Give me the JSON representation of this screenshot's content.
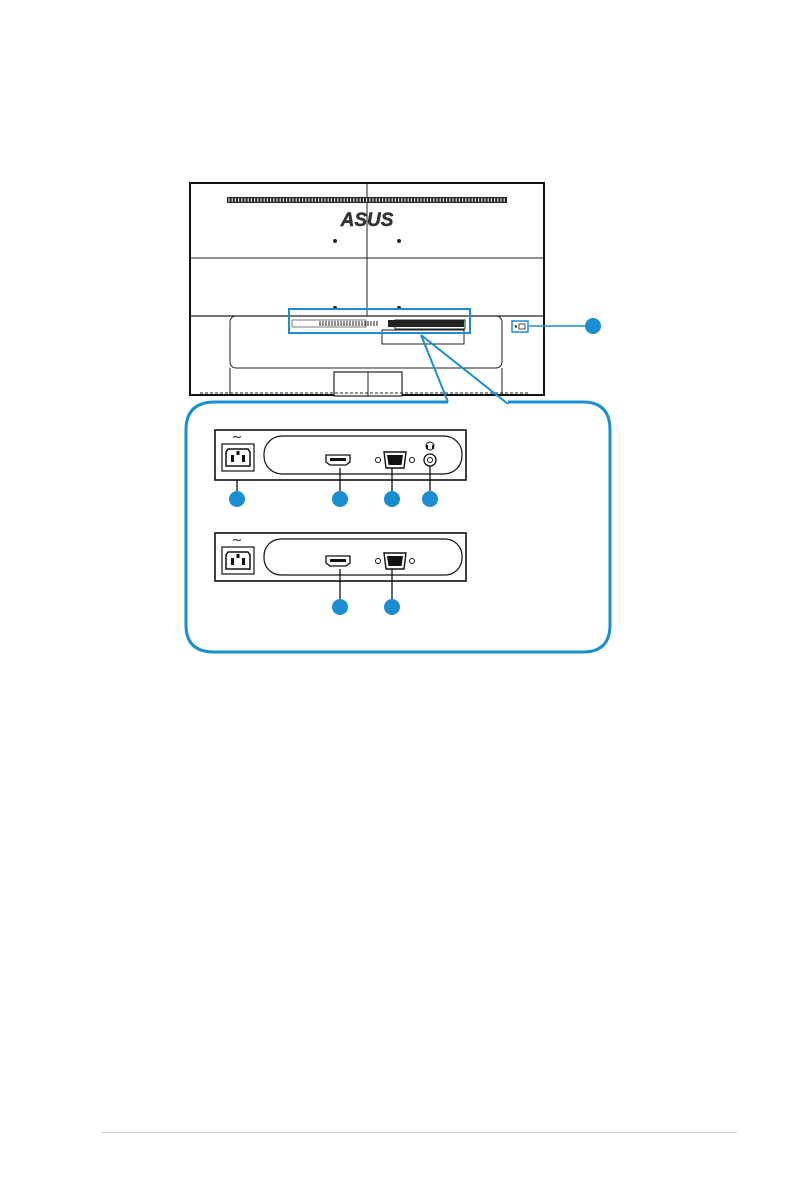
{
  "figure": {
    "brand_logo": "ASUS",
    "callout_color": "#1a8ed0",
    "frame_color": "#1a8ed0",
    "icons": [
      "vent-grille",
      "kensington-lock-icon",
      "ac-power-symbol",
      "ac-power-inlet",
      "hdmi-port",
      "vga-port",
      "audio-jack",
      "audio-headphone-icon"
    ],
    "callouts_visible": 7
  }
}
